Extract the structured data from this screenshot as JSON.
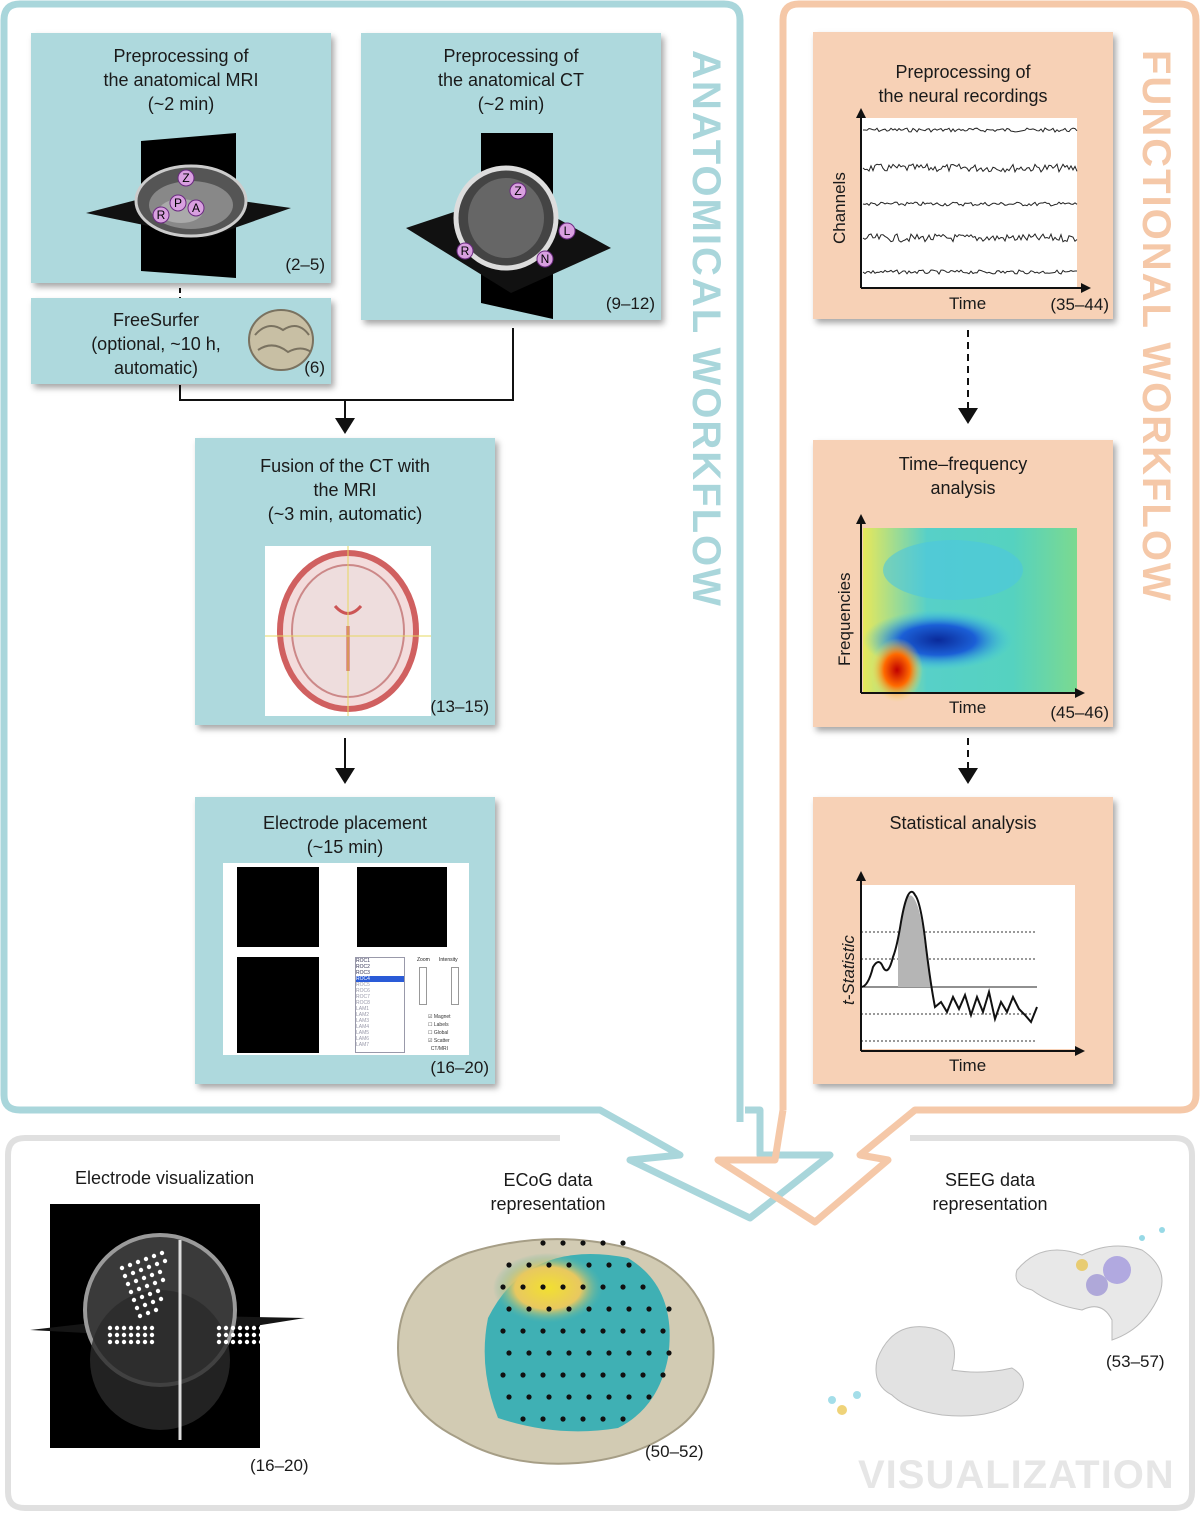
{
  "anatomical": {
    "label": "ANATOMICAL WORKFLOW",
    "color": "#a9d6db",
    "mri": {
      "title": "Preprocessing of\nthe anatomical MRI\n(~2 min)",
      "ref": "(2–5)",
      "markers": [
        "Z",
        "R",
        "P",
        "A"
      ]
    },
    "ct": {
      "title": "Preprocessing of\nthe anatomical CT\n(~2 min)",
      "ref": "(9–12)",
      "markers": [
        "Z",
        "L",
        "R",
        "N"
      ]
    },
    "freesurfer": {
      "title": "FreeSurfer\n(optional, ~10 h,\nautomatic)",
      "ref": "(6)"
    },
    "fusion": {
      "title": "Fusion of the CT with\nthe MRI\n(~3 min, automatic)",
      "ref": "(13–15)"
    },
    "electrode": {
      "title": "Electrode placement\n(~15 min)",
      "ref": "(16–20)",
      "list_items": [
        "ROC1",
        "ROC2",
        "ROC3",
        "ROC4",
        "ROC5",
        "ROC6",
        "ROC7",
        "ROC8",
        "LAM1",
        "LAM2",
        "LAM3",
        "LAM4",
        "LAM5",
        "LAM6",
        "LAM7"
      ],
      "slider_labels": [
        "Zoom",
        "Intensity"
      ],
      "checkbox_labels": [
        "Magnet",
        "Labels",
        "Global",
        "Scatter",
        "CT/MRI"
      ]
    }
  },
  "functional": {
    "label": "FUNCTIONAL WORKFLOW",
    "color": "#f5c8a8",
    "neural": {
      "title": "Preprocessing of\nthe neural recordings",
      "ref": "(35–44)",
      "xlabel": "Time",
      "ylabel": "Channels"
    },
    "tf": {
      "title": "Time–frequency\nanalysis",
      "ref": "(45–46)",
      "xlabel": "Time",
      "ylabel": "Frequencies"
    },
    "stats": {
      "title": "Statistical analysis",
      "xlabel": "Time",
      "ylabel": "t-Statistic"
    }
  },
  "visualization": {
    "label": "VISUALIZATION",
    "electrode_vis": {
      "title": "Electrode visualization",
      "ref": "(16–20)"
    },
    "ecog": {
      "title": "ECoG data\nrepresentation",
      "ref": "(50–52)"
    },
    "seeg": {
      "title": "SEEG data\nrepresentation",
      "ref": "(53–57)"
    }
  }
}
